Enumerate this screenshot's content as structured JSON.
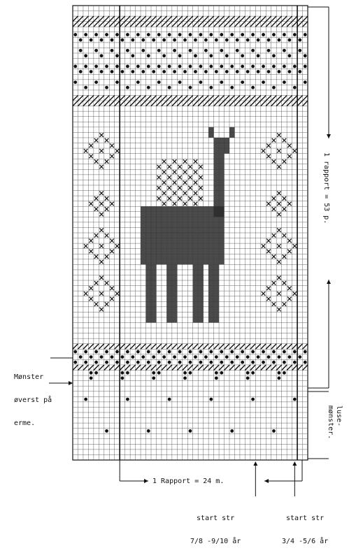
{
  "chart_title": "",
  "labels": {
    "repeat_height": "1 rapport = 53 p.",
    "repeat_width": "1 Rapport = 24 m.",
    "pattern_top_line1": "Mønster",
    "pattern_top_line2": "øverst på",
    "pattern_top_line3": "erme.",
    "louse_pattern_line1": "luse-",
    "louse_pattern_line2": "mønster.",
    "start_left_line1": "start str",
    "start_left_line2": "7/8 -9/10 år",
    "start_right_line1": "start str",
    "start_right_line2": "3/4 -5/6 år"
  },
  "grid": {
    "columns": 45,
    "rows": 86
  },
  "colors": {
    "ink": "#111111",
    "dark": "#2a2a2a",
    "paper": "#ffffff"
  }
}
